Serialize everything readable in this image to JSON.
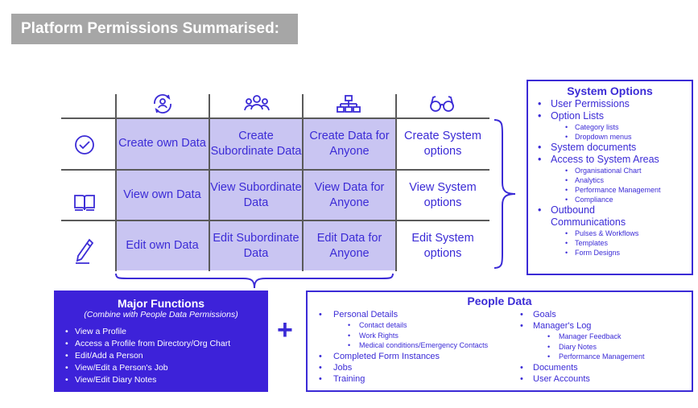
{
  "banner": {
    "title": "Platform Permissions Summarised:"
  },
  "grid": {
    "column_icons": [
      "user-cycle-icon",
      "users-group-icon",
      "org-chart-icon",
      "glasses-icon"
    ],
    "row_icons": [
      "check-circle-icon",
      "book-icon",
      "pencil-icon"
    ],
    "rows": [
      [
        "Create own Data",
        "Create Subordinate Data",
        "Create Data for Anyone",
        "Create System options"
      ],
      [
        "View own Data",
        "View Subordinate Data",
        "View Data for Anyone",
        "View System options"
      ],
      [
        "Edit own Data",
        "Edit Subordinate Data",
        "Edit Data for Anyone",
        "Edit System options"
      ]
    ]
  },
  "system_options": {
    "title": "System Options",
    "items": [
      {
        "label": "User Permissions"
      },
      {
        "label": "Option Lists",
        "sub": [
          "Category lists",
          "Dropdown menus"
        ]
      },
      {
        "label": "System documents"
      },
      {
        "label": "Access to System Areas",
        "sub": [
          "Organisational Chart",
          "Analytics",
          "Performance Management",
          "Compliance"
        ]
      },
      {
        "label": "Outbound Communications",
        "sub": [
          "Pulses & Workflows",
          "Templates",
          "Form Designs"
        ]
      }
    ]
  },
  "major_functions": {
    "title": "Major Functions",
    "subtitle": "(Combine with People Data Permissions)",
    "items": [
      "View a Profile",
      "Access a Profile from Directory/Org Chart",
      "Edit/Add a Person",
      "View/Edit a Person's Job",
      "View/Edit Diary Notes"
    ]
  },
  "plus": "+",
  "people_data": {
    "title": "People Data",
    "left": [
      {
        "label": "Personal Details",
        "sub": [
          "Contact details",
          "Work Rights",
          "Medical conditions/Emergency Contacts"
        ]
      },
      {
        "label": "Completed Form Instances"
      },
      {
        "label": "Jobs"
      },
      {
        "label": "Training"
      }
    ],
    "right": [
      {
        "label": "Goals"
      },
      {
        "label": "Manager's Log",
        "sub": [
          "Manager Feedback",
          "Diary Notes",
          "Performance Management"
        ]
      },
      {
        "label": "Documents"
      },
      {
        "label": "User Accounts"
      }
    ]
  },
  "colors": {
    "accent": "#3b2bd6",
    "cell_shade": "#c9c5f2",
    "major_bg": "#3d22d9",
    "banner_bg": "#a6a6a6"
  }
}
